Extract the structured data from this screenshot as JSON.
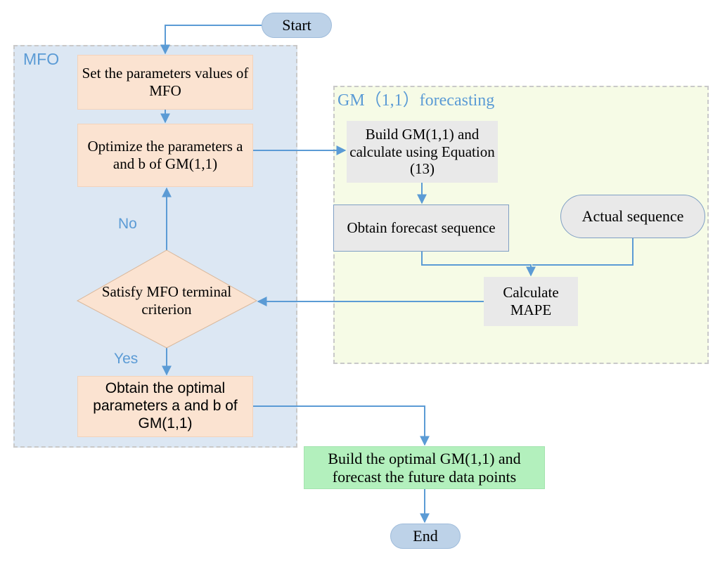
{
  "diagram": {
    "title": "MFO-optimized GM(1,1) forecasting flowchart",
    "colors": {
      "mfo_group_fill": "#dce7f3",
      "gm_group_fill": "#f6fbe6",
      "group_border": "#c9c9c9",
      "process_peach": "#fbe3d1",
      "process_gray": "#e9e9e9",
      "terminator_blue": "#bdd2e8",
      "result_green": "#b3f0bd",
      "connector_blue": "#5b9bd5",
      "label_blue": "#5b9bd5"
    }
  },
  "groups": {
    "mfo": {
      "label": "MFO"
    },
    "gm": {
      "label": "GM（1,1）forecasting"
    }
  },
  "nodes": {
    "start": {
      "label": "Start",
      "shape": "terminator"
    },
    "set_params": {
      "label": "Set the parameters values of MFO",
      "shape": "process"
    },
    "optimize": {
      "label": "Optimize the parameters a and b of GM(1,1)",
      "shape": "process"
    },
    "decision": {
      "label": "Satisfy MFO terminal criterion",
      "shape": "decision"
    },
    "obtain_optimal": {
      "label": "Obtain the optimal parameters a and b of GM(1,1)",
      "shape": "process"
    },
    "build_gm": {
      "label": "Build GM(1,1) and calculate using Equation (13)",
      "shape": "process"
    },
    "obtain_forecast": {
      "label": "Obtain forecast sequence",
      "shape": "process"
    },
    "actual_sequence": {
      "label": "Actual sequence",
      "shape": "terminator"
    },
    "calculate_mape": {
      "label": "Calculate MAPE",
      "shape": "process"
    },
    "build_final": {
      "label": "Build the optimal GM(1,1) and forecast the future data points",
      "shape": "process"
    },
    "end": {
      "label": "End",
      "shape": "terminator"
    }
  },
  "edge_labels": {
    "no": "No",
    "yes": "Yes"
  },
  "edges": [
    {
      "from": "start",
      "to": "set_params",
      "label": ""
    },
    {
      "from": "set_params",
      "to": "optimize",
      "label": ""
    },
    {
      "from": "optimize",
      "to": "build_gm",
      "label": ""
    },
    {
      "from": "build_gm",
      "to": "obtain_forecast",
      "label": ""
    },
    {
      "from": "obtain_forecast",
      "to": "calculate_mape",
      "label": ""
    },
    {
      "from": "actual_sequence",
      "to": "calculate_mape",
      "label": ""
    },
    {
      "from": "calculate_mape",
      "to": "decision",
      "label": ""
    },
    {
      "from": "decision",
      "to": "optimize",
      "label": "No"
    },
    {
      "from": "decision",
      "to": "obtain_optimal",
      "label": "Yes"
    },
    {
      "from": "obtain_optimal",
      "to": "build_final",
      "label": ""
    },
    {
      "from": "build_final",
      "to": "end",
      "label": ""
    }
  ]
}
